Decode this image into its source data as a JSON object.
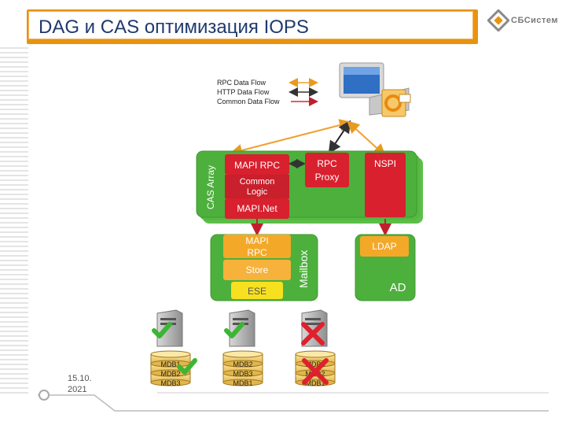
{
  "slide": {
    "title": "DAG и CAS оптимизация IOPS",
    "logo": "СБСистем",
    "date_line1": "15.10.",
    "date_line2": "2021"
  },
  "legend": [
    {
      "label": "RPC Data Flow",
      "color": "#f0a030"
    },
    {
      "label": "HTTP Data Flow",
      "color": "#333333"
    },
    {
      "label": "Common Data Flow",
      "color": "#d42a3a"
    }
  ],
  "cas": {
    "label": "CAS Array",
    "mapi_rpc": "MAPI RPC",
    "common_logic_1": "Common",
    "common_logic_2": "Logic",
    "mapi_net": "MAPI.Net",
    "rpc_proxy_1": "RPC",
    "rpc_proxy_2": "Proxy",
    "nspi": "NSPI"
  },
  "mailbox": {
    "label": "Mailbox",
    "mapi_1": "MAPI",
    "mapi_2": "RPC",
    "store": "Store",
    "ese": "ESE"
  },
  "ad": {
    "label": "AD",
    "ldap": "LDAP"
  },
  "servers": [
    {
      "status": "ok",
      "dbs": [
        "MDB1",
        "MDB2",
        "MDB3"
      ],
      "db_status": "ok"
    },
    {
      "status": "ok",
      "dbs": [
        "MDB2",
        "MDB3",
        "MDB1"
      ],
      "db_status": "none"
    },
    {
      "status": "fail",
      "dbs": [
        "MDB3",
        "MDB2",
        "MDB1"
      ],
      "db_status": "fail"
    }
  ],
  "colors": {
    "accent": "#e8930f",
    "green": "#4db03c",
    "red": "#d8202e",
    "orange": "#f0a030",
    "title_text": "#1f3a6d"
  }
}
